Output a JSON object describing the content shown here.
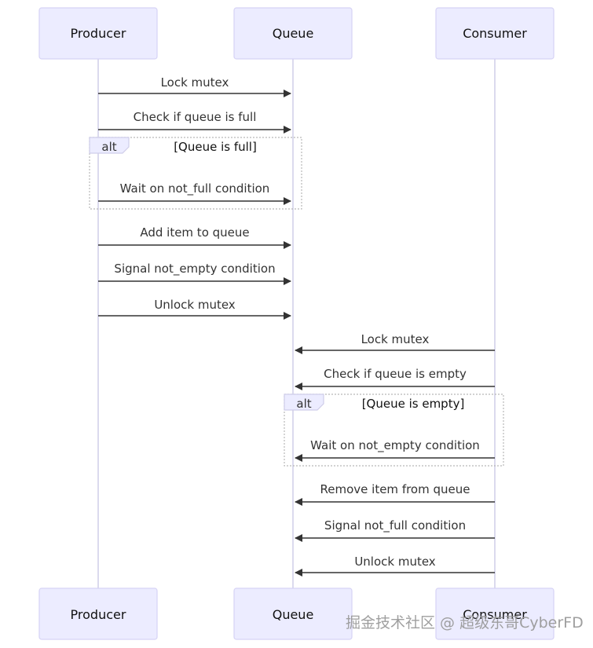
{
  "actors": [
    {
      "id": "producer",
      "label": "Producer"
    },
    {
      "id": "queue",
      "label": "Queue"
    },
    {
      "id": "consumer",
      "label": "Consumer"
    }
  ],
  "messages": [
    {
      "from": "producer",
      "to": "queue",
      "label": "Lock mutex"
    },
    {
      "from": "producer",
      "to": "queue",
      "label": "Check if queue is full"
    },
    {
      "from": "producer",
      "to": "queue",
      "label": "Wait on not_full condition"
    },
    {
      "from": "producer",
      "to": "queue",
      "label": "Add item to queue"
    },
    {
      "from": "producer",
      "to": "queue",
      "label": "Signal not_empty condition"
    },
    {
      "from": "producer",
      "to": "queue",
      "label": "Unlock mutex"
    },
    {
      "from": "consumer",
      "to": "queue",
      "label": "Lock mutex"
    },
    {
      "from": "consumer",
      "to": "queue",
      "label": "Check if queue is empty"
    },
    {
      "from": "consumer",
      "to": "queue",
      "label": "Wait on not_empty condition"
    },
    {
      "from": "consumer",
      "to": "queue",
      "label": "Remove item from queue"
    },
    {
      "from": "consumer",
      "to": "queue",
      "label": "Signal not_full condition"
    },
    {
      "from": "consumer",
      "to": "queue",
      "label": "Unlock mutex"
    }
  ],
  "alt_blocks": [
    {
      "keyword": "alt",
      "condition": "[Queue is full]"
    },
    {
      "keyword": "alt",
      "condition": "[Queue is empty]"
    }
  ],
  "watermark": "掘金技术社区 @ 超级东哥CyberFD"
}
